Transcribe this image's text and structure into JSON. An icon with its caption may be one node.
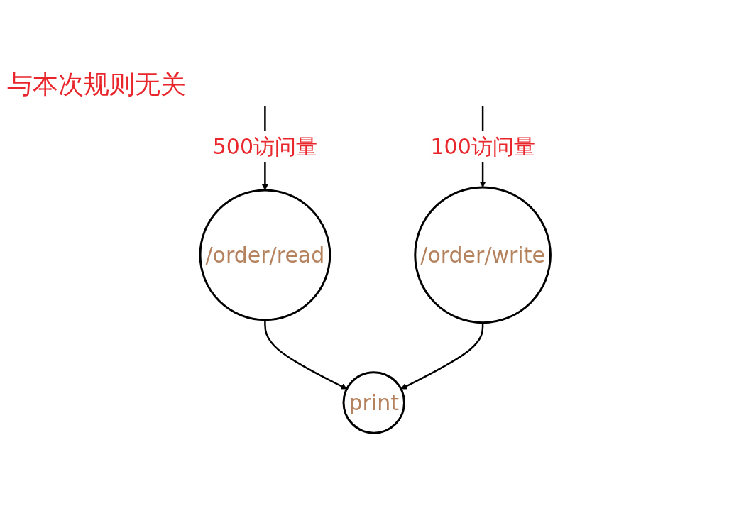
{
  "diagram": {
    "nodes": [
      {
        "text": [
          "/order/read"
        ]
      },
      {
        "text": [
          "/order/write"
        ]
      },
      {
        "text": [
          "print"
        ]
      }
    ],
    "edges": [
      {
        "from": null,
        "to": 0,
        "arrow": "to",
        "label": "500访问量"
      },
      {
        "from": null,
        "to": 1,
        "arrow": "to",
        "label": "100访问量"
      },
      {
        "from": 0,
        "to": 2,
        "arrow": "to"
      },
      {
        "from": 1,
        "to": 2,
        "arrow": "to"
      }
    ],
    "labels": [
      "与本次规则无关"
    ]
  }
}
